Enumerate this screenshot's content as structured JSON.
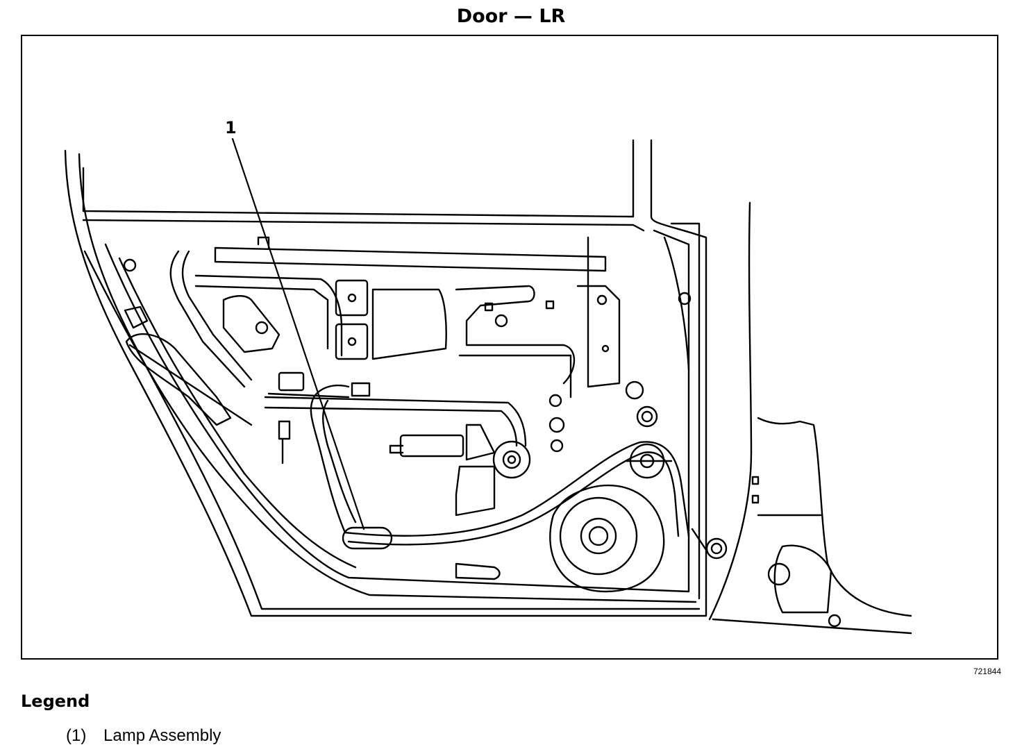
{
  "title": "Door — LR",
  "callout_label": "1",
  "figure_id": "721844",
  "legend": {
    "heading": "Legend",
    "items": [
      {
        "number": "(1)",
        "label": "Lamp Assembly"
      }
    ]
  }
}
